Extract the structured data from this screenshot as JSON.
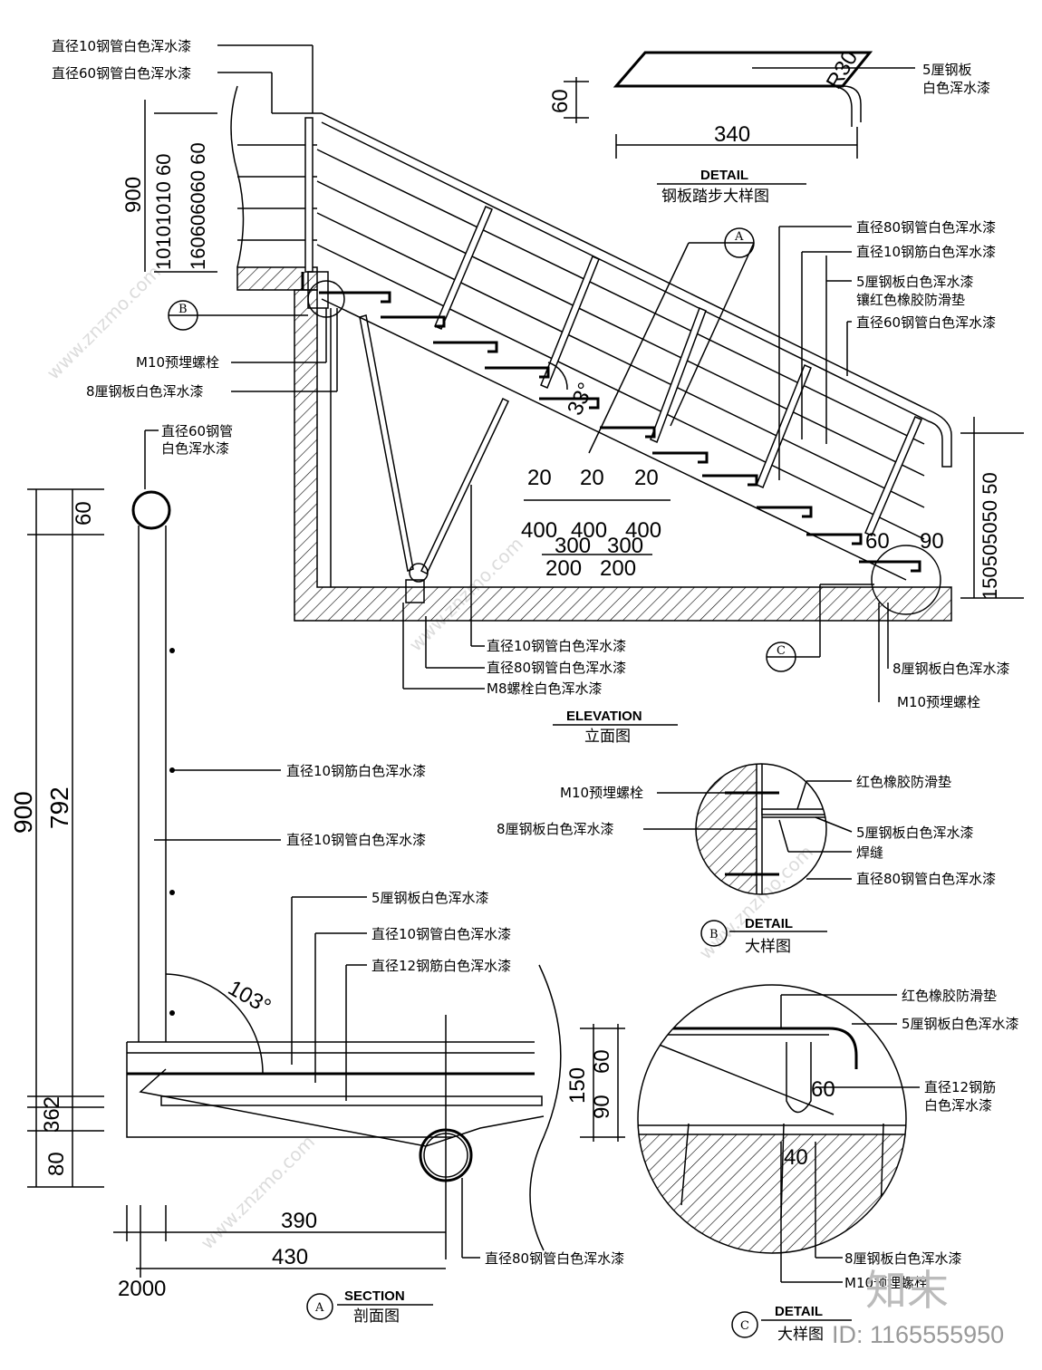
{
  "title_block": {
    "elevation": {
      "en": "ELEVATION",
      "cn": "立面图"
    },
    "step_detail": {
      "en": "DETAIL",
      "cn": "钢板踏步大样图"
    },
    "detail_b": {
      "tag": "B",
      "en": "DETAIL",
      "cn": "大样图"
    },
    "detail_c": {
      "tag": "C",
      "en": "DETAIL",
      "cn": "大样图"
    },
    "section_a": {
      "tag": "A",
      "en": "SECTION",
      "cn": "剖面图"
    }
  },
  "step_detail_labels": {
    "dim_60": "60",
    "dim_340": "340",
    "radius": "R30",
    "plate_1": "5厘钢板",
    "plate_2": "白色浑水漆"
  },
  "elevation_labels": {
    "top_1": "直径10钢管白色浑水漆",
    "top_2": "直径60钢管白色浑水漆",
    "r1": "直径80钢管白色浑水漆",
    "r2": "直径10钢筋白色浑水漆",
    "r3": "5厘钢板白色浑水漆",
    "r4": "镶红色橡胶防滑垫",
    "r5": "直径60钢管白色浑水漆",
    "left_bolt": "M10预埋螺栓",
    "left_plate": "8厘钢板白色浑水漆",
    "bot_1": "直径10钢管白色浑水漆",
    "bot_2": "直径80钢管白色浑水漆",
    "bot_3": "M8螺栓白色浑水漆",
    "br_plate": "8厘钢板白色浑水漆",
    "br_bolt": "M10预埋螺栓",
    "tag_a": "A",
    "tag_b": "B",
    "tag_c": "C",
    "dim_900": "900",
    "dim_left_stack": "10101010 60",
    "dim_left_stack2": "160606060 60",
    "dim_right_stack": "150505050 50",
    "dim_20": "20",
    "dim_400": "400",
    "dim_300": "300",
    "dim_200": "200",
    "dim_90": "90",
    "dim_60": "60",
    "angle": "33°"
  },
  "section_labels": {
    "post_1": "直径60钢管",
    "post_2": "白色浑水漆",
    "l1": "直径10钢筋白色浑水漆",
    "l2": "直径10钢管白色浑水漆",
    "l3": "5厘钢板白色浑水漆",
    "l4": "直径10钢管白色浑水漆",
    "l5": "直径12钢筋白色浑水漆",
    "l6": "直径80钢管白色浑水漆",
    "dim_60": "60",
    "dim_900": "900",
    "dim_792": "792",
    "dim_362": "362",
    "dim_80": "80",
    "dim_390": "390",
    "dim_430": "430",
    "dim_2000": "2000",
    "angle": "103°"
  },
  "detail_b_labels": {
    "l1": "红色橡胶防滑垫",
    "l2": "M10预埋螺栓",
    "l3": "8厘钢板白色浑水漆",
    "l4": "5厘钢板白色浑水漆",
    "l5": "焊缝",
    "l6": "直径80钢管白色浑水漆"
  },
  "detail_c_labels": {
    "l1": "红色橡胶防滑垫",
    "l2": "5厘钢板白色浑水漆",
    "l3": "直径12钢筋",
    "l4": "白色浑水漆",
    "l5": "8厘钢板白色浑水漆",
    "l6": "M10预埋螺栓",
    "dim_150": "150",
    "dim_60": "60",
    "dim_90": "90",
    "dim_60b": "60",
    "dim_40": "40"
  },
  "watermark": {
    "brand": "知末",
    "id": "ID: 1165555950",
    "site": "www.znzmo.com"
  }
}
